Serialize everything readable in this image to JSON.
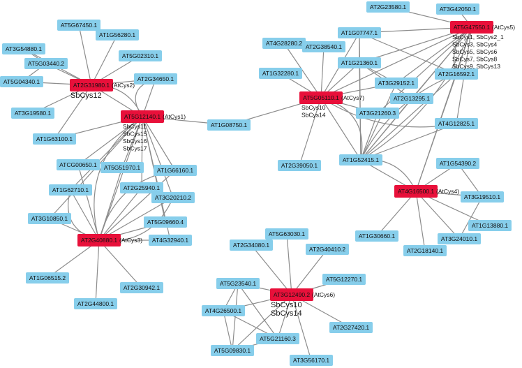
{
  "colors": {
    "node": "#87CEEB",
    "hub": "#E8103A",
    "edge": "#8c8c8c"
  },
  "nodes": [
    {
      "id": "AT5G67450.1",
      "label": "AT5G67450.1",
      "hub": false
    },
    {
      "id": "AT1G56280.1",
      "label": "AT1G56280.1",
      "hub": false
    },
    {
      "id": "AT3G54880.1",
      "label": "AT3G54880.1",
      "hub": false
    },
    {
      "id": "AT5G03440.2",
      "label": "AT5G03440.2",
      "hub": false
    },
    {
      "id": "AT5G02310.1",
      "label": "AT5G02310.1",
      "hub": false
    },
    {
      "id": "AT5G04340.1",
      "label": "AT5G04340.1",
      "hub": false
    },
    {
      "id": "AT2G31980.1",
      "label": "AT2G31980.1",
      "hub": true,
      "tag": "(AtCys2)"
    },
    {
      "id": "AT2G34650.1",
      "label": "AT2G34650.1",
      "hub": false
    },
    {
      "id": "AT3G19580.1",
      "label": "AT3G19580.1",
      "hub": false
    },
    {
      "id": "AT5G12140.1",
      "label": "AT5G12140.1",
      "hub": true,
      "tag": "(AtCys1)"
    },
    {
      "id": "AT1G63100.1",
      "label": "AT1G63100.1",
      "hub": false
    },
    {
      "id": "AT1G08750.1",
      "label": "AT1G08750.1",
      "hub": false
    },
    {
      "id": "ATCG00650.1",
      "label": "ATCG00650.1",
      "hub": false
    },
    {
      "id": "AT5G51970.1",
      "label": "AT5G51970.1",
      "hub": false
    },
    {
      "id": "AT1G66160.1",
      "label": "AT1G66160.1",
      "hub": false
    },
    {
      "id": "AT1G62710.1",
      "label": "AT1G62710.1",
      "hub": false
    },
    {
      "id": "AT2G25940.1",
      "label": "AT2G25940.1",
      "hub": false
    },
    {
      "id": "AT3G20210.2",
      "label": "AT3G20210.2",
      "hub": false
    },
    {
      "id": "AT3G10850.1",
      "label": "AT3G10850.1",
      "hub": false
    },
    {
      "id": "AT5G09660.4",
      "label": "AT5G09660.4",
      "hub": false
    },
    {
      "id": "AT2G40880.1",
      "label": "AT2G40880.1",
      "hub": true,
      "tag": "(AtCys3)"
    },
    {
      "id": "AT4G32940.1",
      "label": "AT4G32940.1",
      "hub": false
    },
    {
      "id": "AT1G06515.2",
      "label": "AT1G06515.2",
      "hub": false
    },
    {
      "id": "AT2G30942.1",
      "label": "AT2G30942.1",
      "hub": false
    },
    {
      "id": "AT2G44800.1",
      "label": "AT2G44800.1",
      "hub": false
    },
    {
      "id": "AT2G23580.1",
      "label": "AT2G23580.1",
      "hub": false
    },
    {
      "id": "AT3G42050.1",
      "label": "AT3G42050.1",
      "hub": false
    },
    {
      "id": "AT5G47550.1",
      "label": "AT5G47550.1",
      "hub": true,
      "tag": "(AtCys5)"
    },
    {
      "id": "AT1G07747.1",
      "label": "AT1G07747.1",
      "hub": false
    },
    {
      "id": "AT4G28280.2",
      "label": "AT4G28280.2",
      "hub": false
    },
    {
      "id": "AT2G38540.1",
      "label": "AT2G38540.1",
      "hub": false
    },
    {
      "id": "AT1G21360.1",
      "label": "AT1G21360.1",
      "hub": false
    },
    {
      "id": "AT1G32280.1",
      "label": "AT1G32280.1",
      "hub": false
    },
    {
      "id": "AT3G29152.1",
      "label": "AT3G29152.1",
      "hub": false
    },
    {
      "id": "AT2G16592.1",
      "label": "AT2G16592.1",
      "hub": false
    },
    {
      "id": "AT5G05110.1",
      "label": "AT5G05110.1",
      "hub": true,
      "tag": "(AtCys7)"
    },
    {
      "id": "AT2G13295.1",
      "label": "AT2G13295.1",
      "hub": false
    },
    {
      "id": "AT3G21260.3",
      "label": "AT3G21260.3",
      "hub": false
    },
    {
      "id": "AT4G12825.1",
      "label": "AT4G12825.1",
      "hub": false
    },
    {
      "id": "AT2G39050.1",
      "label": "AT2G39050.1",
      "hub": false
    },
    {
      "id": "AT1G52415.1",
      "label": "AT1G52415.1",
      "hub": false
    },
    {
      "id": "AT1G54390.2",
      "label": "AT1G54390.2",
      "hub": false
    },
    {
      "id": "AT4G16500.1",
      "label": "AT4G16500.1",
      "hub": true,
      "tag": "(AtCys4)"
    },
    {
      "id": "AT3G19510.1",
      "label": "AT3G19510.1",
      "hub": false
    },
    {
      "id": "AT1G13880.1",
      "label": "AT1G13880.1",
      "hub": false
    },
    {
      "id": "AT1G30660.1",
      "label": "AT1G30660.1",
      "hub": false
    },
    {
      "id": "AT3G24010.1",
      "label": "AT3G24010.1",
      "hub": false
    },
    {
      "id": "AT2G18140.1",
      "label": "AT2G18140.1",
      "hub": false
    },
    {
      "id": "AT5G63030.1",
      "label": "AT5G63030.1",
      "hub": false
    },
    {
      "id": "AT2G34080.1",
      "label": "AT2G34080.1",
      "hub": false
    },
    {
      "id": "AT2G40410.2",
      "label": "AT2G40410.2",
      "hub": false
    },
    {
      "id": "AT5G23540.1",
      "label": "AT5G23540.1",
      "hub": false
    },
    {
      "id": "AT5G12270.1",
      "label": "AT5G12270.1",
      "hub": false
    },
    {
      "id": "AT3G12490.2",
      "label": "AT3G12490.2",
      "hub": true,
      "tag": "(AtCys6)"
    },
    {
      "id": "AT4G26500.1",
      "label": "AT4G26500.1",
      "hub": false
    },
    {
      "id": "AT5G21160.3",
      "label": "AT5G21160.3",
      "hub": false
    },
    {
      "id": "AT2G27420.1",
      "label": "AT2G27420.1",
      "hub": false
    },
    {
      "id": "AT5G09830.1",
      "label": "AT5G09830.1",
      "hub": false
    },
    {
      "id": "AT3G56170.1",
      "label": "AT3G56170.1",
      "hub": false
    }
  ],
  "annotations": [
    {
      "hub": "AT2G31980.1",
      "lines": [
        "SbCys12"
      ],
      "size": "big"
    },
    {
      "hub": "AT5G12140.1",
      "lines": [
        "SbCys11",
        "SbCys15",
        "SbCys16",
        "SbCys17"
      ],
      "size": "small"
    },
    {
      "hub": "AT5G05110.1",
      "lines": [
        "SbCys10",
        "SbCys14"
      ],
      "size": "small"
    },
    {
      "hub": "AT5G47550.1",
      "lines": [
        "SbCys1, SbCys2_1",
        "SbCys3, SbCys4",
        "SbCys5, SbCys6",
        "SbCys7, SbCys8",
        "SbCys9, SbCys13"
      ],
      "size": "small"
    },
    {
      "hub": "AT3G12490.2",
      "lines": [
        "SbCys10",
        "SbCys14"
      ],
      "size": "big"
    }
  ],
  "edges": [
    [
      "AT5G67450.1",
      "AT2G31980.1"
    ],
    [
      "AT1G56280.1",
      "AT2G31980.1"
    ],
    [
      "AT3G54880.1",
      "AT2G31980.1"
    ],
    [
      "AT5G03440.2",
      "AT2G31980.1"
    ],
    [
      "AT5G04340.1",
      "AT2G31980.1"
    ],
    [
      "AT3G19580.1",
      "AT2G31980.1"
    ],
    [
      "AT5G02310.1",
      "AT2G31980.1"
    ],
    [
      "AT2G34650.1",
      "AT2G31980.1"
    ],
    [
      "AT1G63100.1",
      "AT2G31980.1"
    ],
    [
      "AT5G12140.1",
      "AT2G31980.1"
    ],
    [
      "AT5G04340.1",
      "AT5G03440.2"
    ],
    [
      "AT3G54880.1",
      "AT5G03440.2"
    ],
    [
      "AT5G12140.1",
      "AT1G08750.1"
    ],
    [
      "AT5G12140.1",
      "AT1G63100.1"
    ],
    [
      "AT5G12140.1",
      "ATCG00650.1"
    ],
    [
      "AT5G12140.1",
      "AT5G51970.1"
    ],
    [
      "AT5G12140.1",
      "AT1G66160.1"
    ],
    [
      "AT5G12140.1",
      "AT1G62710.1"
    ],
    [
      "AT5G12140.1",
      "AT2G25940.1"
    ],
    [
      "AT5G12140.1",
      "AT3G20210.2"
    ],
    [
      "AT5G12140.1",
      "AT5G09660.4"
    ],
    [
      "AT5G12140.1",
      "AT2G40880.1"
    ],
    [
      "AT5G12140.1",
      "AT4G32940.1"
    ],
    [
      "AT5G12140.1",
      "AT3G10850.1"
    ],
    [
      "AT5G12140.1",
      "AT2G34650.1"
    ],
    [
      "AT2G40880.1",
      "ATCG00650.1"
    ],
    [
      "AT2G40880.1",
      "AT5G51970.1"
    ],
    [
      "AT2G40880.1",
      "AT1G62710.1"
    ],
    [
      "AT2G40880.1",
      "AT2G25940.1"
    ],
    [
      "AT2G40880.1",
      "AT3G20210.2"
    ],
    [
      "AT2G40880.1",
      "AT3G10850.1"
    ],
    [
      "AT2G40880.1",
      "AT5G09660.4"
    ],
    [
      "AT2G40880.1",
      "AT4G32940.1"
    ],
    [
      "AT2G40880.1",
      "AT1G06515.2"
    ],
    [
      "AT2G40880.1",
      "AT2G30942.1"
    ],
    [
      "AT2G40880.1",
      "AT2G44800.1"
    ],
    [
      "AT2G40880.1",
      "AT1G66160.1"
    ],
    [
      "AT1G08750.1",
      "AT5G05110.1"
    ],
    [
      "AT5G05110.1",
      "AT4G28280.2"
    ],
    [
      "AT5G05110.1",
      "AT2G38540.1"
    ],
    [
      "AT5G05110.1",
      "AT1G21360.1"
    ],
    [
      "AT5G05110.1",
      "AT1G32280.1"
    ],
    [
      "AT5G05110.1",
      "AT1G07747.1"
    ],
    [
      "AT5G05110.1",
      "AT3G29152.1"
    ],
    [
      "AT5G05110.1",
      "AT3G21260.3"
    ],
    [
      "AT5G05110.1",
      "AT2G39050.1"
    ],
    [
      "AT5G05110.1",
      "AT1G52415.1"
    ],
    [
      "AT5G05110.1",
      "AT5G47550.1"
    ],
    [
      "AT5G47550.1",
      "AT2G23580.1"
    ],
    [
      "AT5G47550.1",
      "AT3G42050.1"
    ],
    [
      "AT5G47550.1",
      "AT1G07747.1"
    ],
    [
      "AT5G47550.1",
      "AT1G21360.1"
    ],
    [
      "AT5G47550.1",
      "AT3G29152.1"
    ],
    [
      "AT5G47550.1",
      "AT2G16592.1"
    ],
    [
      "AT5G47550.1",
      "AT2G13295.1"
    ],
    [
      "AT5G47550.1",
      "AT3G21260.3"
    ],
    [
      "AT5G47550.1",
      "AT4G12825.1"
    ],
    [
      "AT5G47550.1",
      "AT1G52415.1"
    ],
    [
      "AT5G47550.1",
      "AT4G16500.1"
    ],
    [
      "AT1G07747.1",
      "AT1G21360.1"
    ],
    [
      "AT1G07747.1",
      "AT2G16592.1"
    ],
    [
      "AT1G07747.1",
      "AT1G52415.1"
    ],
    [
      "AT1G21360.1",
      "AT3G29152.1"
    ],
    [
      "AT1G21360.1",
      "AT2G13295.1"
    ],
    [
      "AT1G21360.1",
      "AT1G52415.1"
    ],
    [
      "AT2G16592.1",
      "AT1G52415.1"
    ],
    [
      "AT2G16592.1",
      "AT4G16500.1"
    ],
    [
      "AT2G13295.1",
      "AT1G52415.1"
    ],
    [
      "AT3G21260.3",
      "AT1G52415.1"
    ],
    [
      "AT4G12825.1",
      "AT1G52415.1"
    ],
    [
      "AT3G29152.1",
      "AT1G52415.1"
    ],
    [
      "AT1G52415.1",
      "AT4G16500.1"
    ],
    [
      "AT4G16500.1",
      "AT1G54390.2"
    ],
    [
      "AT4G16500.1",
      "AT3G19510.1"
    ],
    [
      "AT4G16500.1",
      "AT1G13880.1"
    ],
    [
      "AT4G16500.1",
      "AT1G30660.1"
    ],
    [
      "AT4G16500.1",
      "AT3G24010.1"
    ],
    [
      "AT4G16500.1",
      "AT2G18140.1"
    ],
    [
      "AT1G54390.2",
      "AT3G19510.1"
    ],
    [
      "AT3G19510.1",
      "AT3G24010.1"
    ],
    [
      "AT3G12490.2",
      "AT5G63030.1"
    ],
    [
      "AT3G12490.2",
      "AT2G34080.1"
    ],
    [
      "AT3G12490.2",
      "AT2G40410.2"
    ],
    [
      "AT3G12490.2",
      "AT5G23540.1"
    ],
    [
      "AT3G12490.2",
      "AT5G12270.1"
    ],
    [
      "AT3G12490.2",
      "AT4G26500.1"
    ],
    [
      "AT3G12490.2",
      "AT5G21160.3"
    ],
    [
      "AT3G12490.2",
      "AT2G27420.1"
    ],
    [
      "AT3G12490.2",
      "AT5G09830.1"
    ],
    [
      "AT3G12490.2",
      "AT3G56170.1"
    ],
    [
      "AT5G23540.1",
      "AT4G26500.1"
    ],
    [
      "AT5G23540.1",
      "AT5G21160.3"
    ],
    [
      "AT5G23540.1",
      "AT5G09830.1"
    ],
    [
      "AT4G26500.1",
      "AT5G21160.3"
    ],
    [
      "AT4G26500.1",
      "AT5G09830.1"
    ],
    [
      "AT5G21160.3",
      "AT5G09830.1"
    ]
  ],
  "curved_edges": [
    [
      "AT2G31980.1",
      "AT5G12140.1"
    ],
    [
      "AT2G34650.1",
      "AT5G12140.1"
    ],
    [
      "AT2G40880.1",
      "AT5G12140.1"
    ],
    [
      "AT1G66160.1",
      "AT2G40880.1"
    ],
    [
      "AT2G40880.1",
      "AT3G20210.2"
    ],
    [
      "AT2G40880.1",
      "AT1G62710.1"
    ],
    [
      "AT5G05110.1",
      "AT1G52415.1"
    ],
    [
      "AT5G05110.1",
      "AT4G12825.1"
    ],
    [
      "AT5G47550.1",
      "AT2G16592.1"
    ],
    [
      "AT5G47550.1",
      "AT1G52415.1"
    ],
    [
      "AT4G16500.1",
      "AT1G52415.1"
    ],
    [
      "AT2G16592.1",
      "AT1G52415.1"
    ]
  ]
}
